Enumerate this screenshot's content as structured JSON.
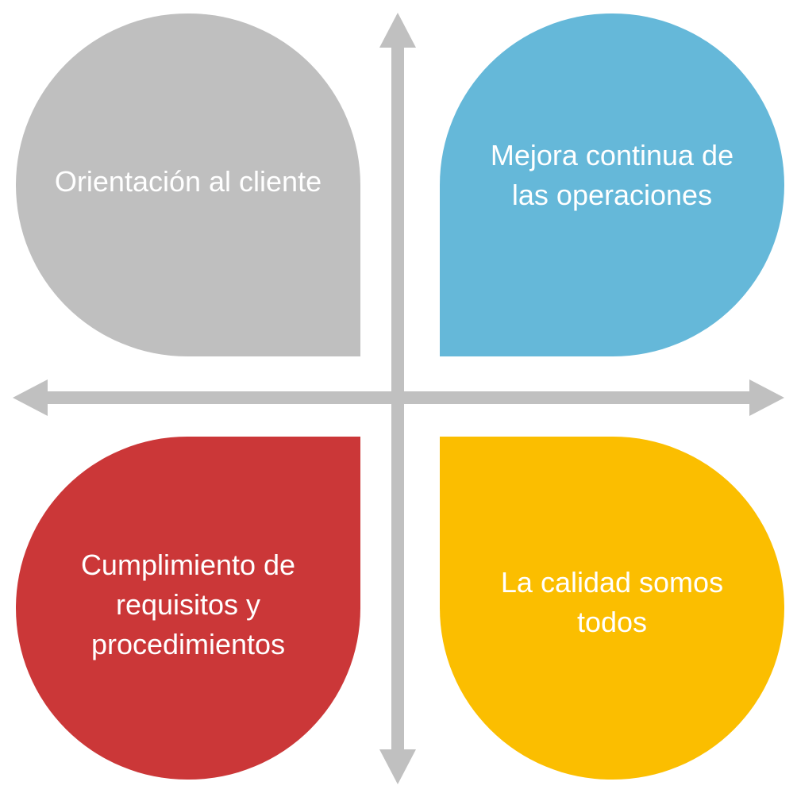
{
  "colors": {
    "axis": "#c0c0c0",
    "text": "#ffffff"
  },
  "quadrants": [
    {
      "id": "top-left",
      "label": "Orientación al cliente",
      "color": "#bfbfbf"
    },
    {
      "id": "top-right",
      "label": "Mejora continua de\nlas operaciones",
      "color": "#65b8d9"
    },
    {
      "id": "bottom-left",
      "label": "Cumplimiento de\nrequisitos y\nprocedimientos",
      "color": "#cb3738"
    },
    {
      "id": "bottom-right",
      "label": "La calidad somos\ntodos",
      "color": "#fbbe00"
    }
  ]
}
